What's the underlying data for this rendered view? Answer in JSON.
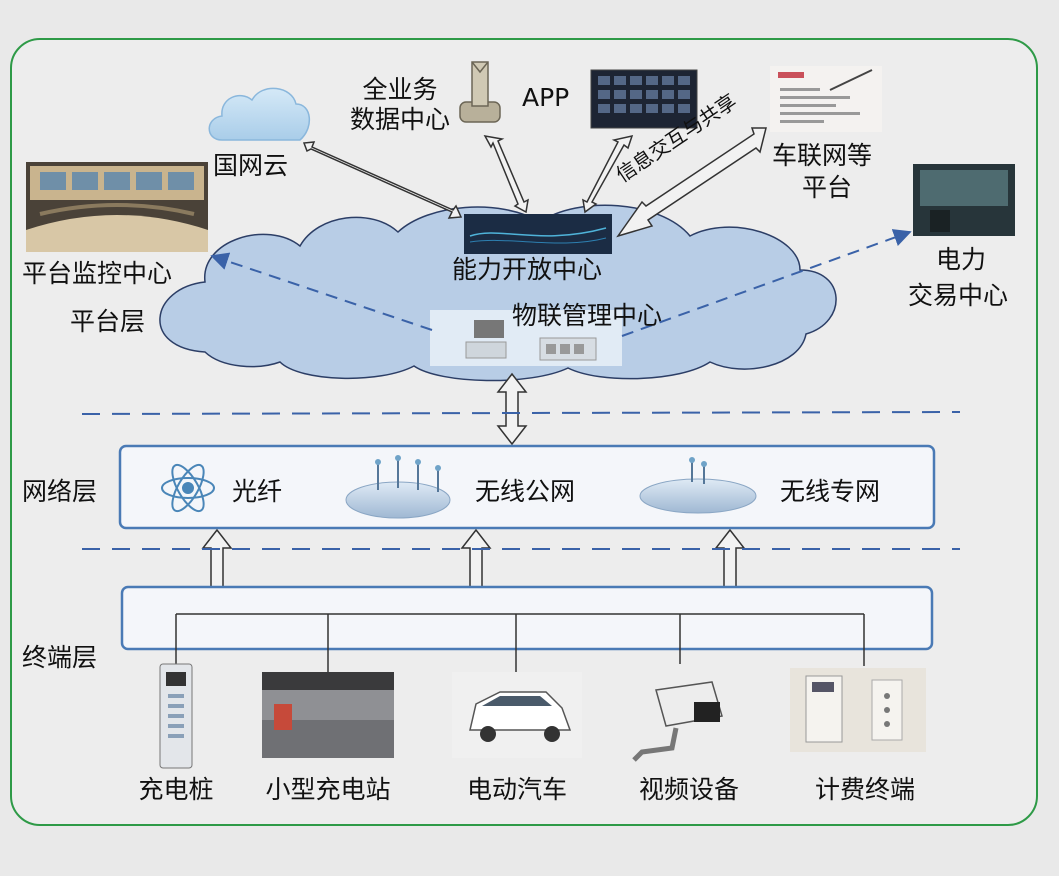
{
  "labels": {
    "guowang_cloud": "国网云",
    "data_center_line1": "全业务",
    "data_center_line2": "数据中心",
    "app": "APP",
    "vehicle_platform_line1": "车联网等",
    "vehicle_platform_line2": "平台",
    "platform_monitor": "平台监控中心",
    "platform_layer": "平台层",
    "capability_center": "能力开放中心",
    "iot_center": "物联管理中心",
    "trading_line1": "电力",
    "trading_line2": "交易中心",
    "info_exchange": "信息交互与共享",
    "network_layer": "网络层",
    "terminal_layer": "终端层"
  },
  "network_items": [
    {
      "label": "光纤"
    },
    {
      "label": "无线公网"
    },
    {
      "label": "无线专网"
    }
  ],
  "terminals": [
    {
      "label": "充电桩"
    },
    {
      "label": "小型充电站"
    },
    {
      "label": "电动汽车"
    },
    {
      "label": "视频设备"
    },
    {
      "label": "计费终端"
    }
  ],
  "colors": {
    "frame": "#2e9a47",
    "layer_box": "#4a7ab5",
    "cloud_fill": "#b8cde6",
    "cloud_stroke": "#2c3e66",
    "dashed_arrow": "#3a62a8"
  }
}
